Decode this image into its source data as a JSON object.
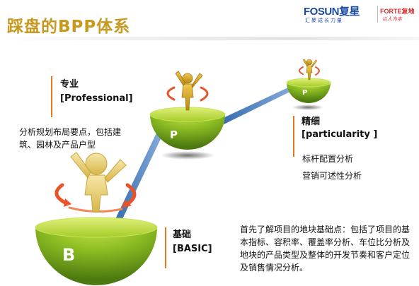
{
  "header": {
    "title": "踩盘的BPP体系",
    "logo_fosun": "FOSUN复星",
    "logo_fosun_sub": "汇聚成长力量",
    "logo_forte": "FORTE复地",
    "logo_forte_sub": "以人为本"
  },
  "levels": {
    "basic": {
      "name": "基础",
      "en": "[BASIC]",
      "letter": "B",
      "description": "首先了解项目的地块基础点：包括了项目的基本指标、容积率、覆盖率分析、车位比分析及地块的产品类型及整体的开发节奏和客户定位及销售情况分析。"
    },
    "professional": {
      "name": "专业",
      "en": "[Professional]",
      "letter": "P",
      "description": "分析规划布局要点，包括建筑、园林及产品户型"
    },
    "particularity": {
      "name": "精细",
      "en": "[particularity ]",
      "letter": "P",
      "items": [
        "标杆配置分析",
        "营销可述性分析"
      ]
    }
  },
  "colors": {
    "title": "#c9981e",
    "accent_bar": "#e8761e",
    "hemisphere_top": "#a6cc28",
    "hemisphere_body": "#6e9d1a",
    "connector": "#2a62a8",
    "figure": "#d8b64a"
  }
}
